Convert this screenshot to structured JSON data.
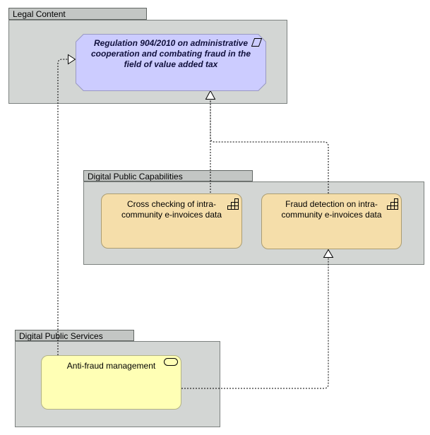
{
  "groups": [
    {
      "label": "Legal Content"
    },
    {
      "label": "Digital Public Capabilities"
    },
    {
      "label": "Digital Public Services"
    }
  ],
  "elements": {
    "regulation": {
      "label": "Regulation 904/2010 on administrative cooperation and combating fraud in the field of value added tax",
      "type": "requirement",
      "fill": "#ccccff",
      "icon": "requirement-parallelogram-icon"
    },
    "cross_checking": {
      "label": "Cross checking of intra-community e-invoices data",
      "type": "capability",
      "fill": "#f5deaa",
      "icon": "capability-stairs-icon"
    },
    "fraud_detection": {
      "label": "Fraud detection on intra-community e-invoices data",
      "type": "capability",
      "fill": "#f5deaa",
      "icon": "capability-stairs-icon"
    },
    "anti_fraud": {
      "label": "Anti-fraud management",
      "type": "business-service",
      "fill": "#ffffb5",
      "icon": "service-rounded-icon"
    }
  },
  "relationships": [
    {
      "type": "realization",
      "from": "cross_checking",
      "to": "regulation",
      "style": "dotted-hollow-triangle"
    },
    {
      "type": "realization",
      "from": "fraud_detection",
      "to": "regulation",
      "style": "dotted-hollow-triangle"
    },
    {
      "type": "realization",
      "from": "anti_fraud",
      "to": "fraud_detection",
      "style": "dotted-hollow-triangle"
    },
    {
      "type": "realization",
      "from": "anti_fraud",
      "to": "regulation",
      "style": "dotted-hollow-triangle"
    }
  ],
  "colors": {
    "canvas_background": "#ffffff",
    "group_tab": "#c3c6c4",
    "group_body": "#d3d6d4",
    "group_border": "#7c817f",
    "requirement_fill": "#ccccff",
    "requirement_border": "#9a99c2",
    "capability_fill": "#f5deaa",
    "capability_border": "#ab9d72",
    "service_fill": "#ffffb5",
    "service_border": "#b3b385",
    "connector": "#000000"
  }
}
